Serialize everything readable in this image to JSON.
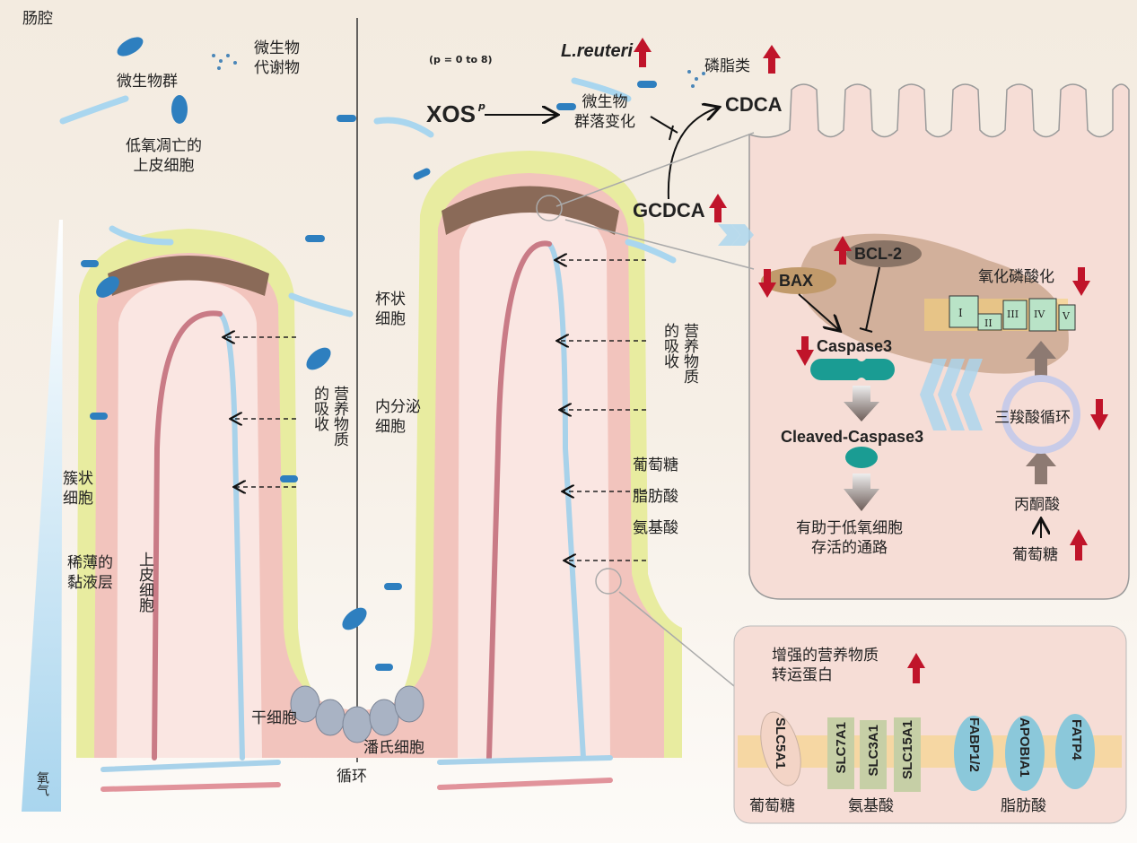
{
  "lumen_label": "肠腔",
  "microbiota_label": "微生物群",
  "metabolites_label": [
    "微生物",
    "代谢物"
  ],
  "apoptotic_cells_label": [
    "低氧凋亡的",
    "上皮细胞"
  ],
  "xos": {
    "label": "XOS",
    "subscript": "p",
    "repeat_note": "(p = 0 to 8)"
  },
  "community_change": [
    "微生物",
    "群落变化"
  ],
  "l_reuteri": "L.reuteri",
  "phospholipids": "磷脂类",
  "cdca": "CDCA",
  "gcdca": "GCDCA",
  "goblet_cell": [
    "杯状",
    "细胞"
  ],
  "nutrient_absorption": [
    "营养物质",
    "的吸收"
  ],
  "endocrine_cell": [
    "内分泌",
    "细胞"
  ],
  "tuft_cell": [
    "簇状",
    "细胞"
  ],
  "mucus_layer": [
    "稀薄的",
    "黏液层"
  ],
  "epithelial_cell": "上皮细胞",
  "stem_cell": "干细胞",
  "paneth_cell": "潘氏细胞",
  "circulation": "循环",
  "nutrients": [
    "葡萄糖",
    "脂肪酸",
    "氨基酸"
  ],
  "oxygen_label": "氧气",
  "cell_panel": {
    "bcl2": "BCL-2",
    "bax": "BAX",
    "caspase3": "Caspase3",
    "cleaved": "Cleaved-Caspase3",
    "survival": [
      "有助于低氧细胞",
      "存活的通路"
    ],
    "oxphos": "氧化磷酸化",
    "complexes": [
      "I",
      "II",
      "III",
      "IV",
      "V"
    ],
    "tca": "三羧酸循环",
    "pyruvate": "丙酮酸",
    "glucose": "葡萄糖"
  },
  "transport_panel": {
    "title": [
      "增强的营养物质",
      "转运蛋白"
    ],
    "proteins": [
      "SLC5A1",
      "SLC7A1",
      "SLC3A1",
      "SLC15A1",
      "FABP1/2",
      "APOBIA1",
      "FATP4"
    ],
    "groups": [
      "葡萄糖",
      "氨基酸",
      "脂肪酸"
    ]
  },
  "colors": {
    "up_arrow": "#c0142a",
    "mucus": "#e8eca0",
    "epithelium": "#f2c4bd",
    "bacteria": "#2e7fbf",
    "chain": "#a9d6ef",
    "teal": "#1a9c93"
  }
}
